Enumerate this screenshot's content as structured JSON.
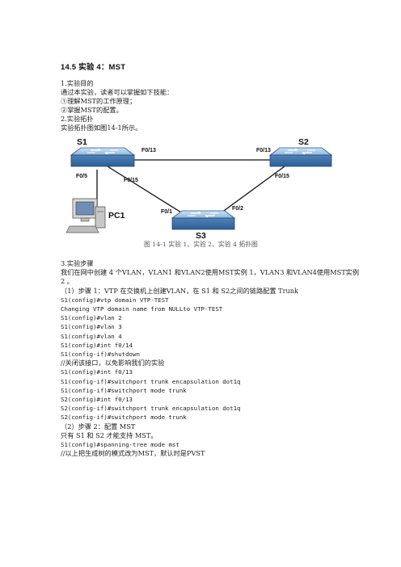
{
  "title": "14.5   实验 4：MST",
  "intro": [
    "1.实验目的",
    "通过本实验，读者可以掌握如下技能：",
    "①理解MST的工作原理；",
    "②掌握MST的配置。",
    "2.实验拓扑",
    "实验拓扑图如图14-1所示。"
  ],
  "diagram": {
    "devices": {
      "s1": "S1",
      "s2": "S2",
      "s3": "S3",
      "pc1": "PC1"
    },
    "ports": {
      "s1_f013": "F0/13",
      "s2_f013": "F0/13",
      "s1_f05": "F0/5",
      "s1_f015": "F0/15",
      "s2_f015": "F0/15",
      "s3_f01": "F0/1",
      "s3_f02": "F0/2"
    },
    "caption": "图 14-1  实验 1、实验 2、实验 4 拓扑图"
  },
  "body": [
    {
      "text": "3.实验步骤",
      "mono": false
    },
    {
      "text": "我们在网中创建 4 个VLAN，VLAN1 和VLAN2使用MST实例 1，VLAN3 和VLAN4使用MST实例",
      "mono": false
    },
    {
      "text": "2 。",
      "mono": false
    },
    {
      "text": "（1）步骤 1：VTP 在交换机上创建VLAN，在 S1 和 S2之间的链路配置 Trunk",
      "mono": false
    },
    {
      "text": "S1(config)#vtp domain VTP-TEST",
      "mono": true
    },
    {
      "text": "Changing VTP domain name from NULLto VTP-TEST",
      "mono": true
    },
    {
      "text": "S1(config)#vlan 2",
      "mono": true
    },
    {
      "text": "S1(config)#vlan 3",
      "mono": true
    },
    {
      "text": "S1(config)#vlan 4",
      "mono": true
    },
    {
      "text": "S1(config)#int f0/14",
      "mono": true
    },
    {
      "text": "S1(config-if)#shutdown",
      "mono": true
    },
    {
      "text": "//关闭该接口，以免影响我们的实验",
      "mono": false
    },
    {
      "text": "S1(config)#int f0/13",
      "mono": true
    },
    {
      "text": "S1(config-if)#switchport trunk encapsulation dot1q",
      "mono": true
    },
    {
      "text": "S1(config-if)#switchport mode trunk",
      "mono": true
    },
    {
      "text": "S2(config)#int f0/13",
      "mono": true
    },
    {
      "text": "S2(config-if)#switchport trunk encapsulation dot1q",
      "mono": true
    },
    {
      "text": "S2(config-if)#switchport mode trunk",
      "mono": true
    },
    {
      "text": "（2）步骤 2：配置 MST",
      "mono": false
    },
    {
      "text": "只有 S1 和 S2 才能支持 MST。",
      "mono": false
    },
    {
      "text": "S1(config)#spanning-tree mode mst",
      "mono": true
    },
    {
      "text": "//以上把生成树的模式改为MST，默认时是PVST",
      "mono": false
    }
  ]
}
